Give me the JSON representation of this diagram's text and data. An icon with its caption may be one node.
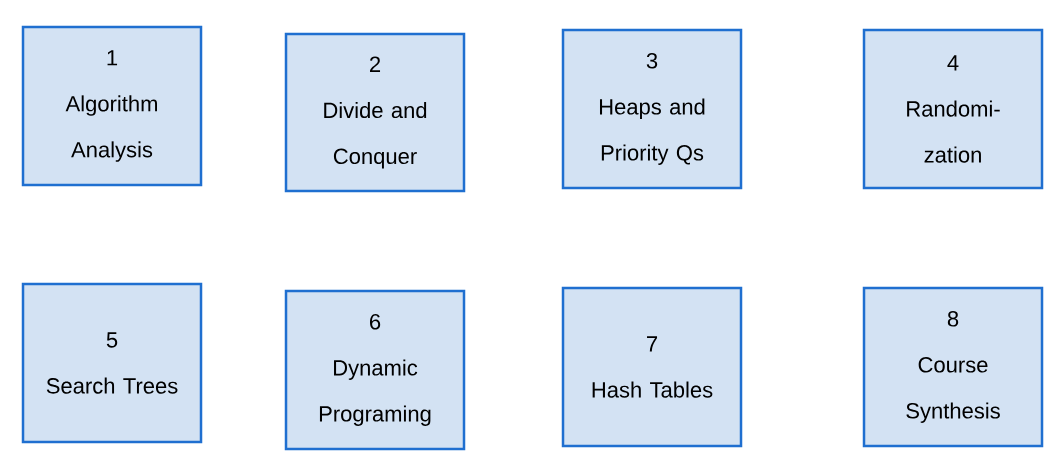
{
  "diagram": {
    "nodes": [
      {
        "text": [
          "1",
          "Algorithm Analysis"
        ]
      },
      {
        "text": [
          "2",
          "Divide and Conquer"
        ]
      },
      {
        "text": [
          "3",
          "Heaps and Priority Qs"
        ]
      },
      {
        "text": [
          "4",
          "Randomi- zation"
        ]
      },
      {
        "text": [
          "5",
          "Search Trees"
        ]
      },
      {
        "text": [
          "6",
          "Dynamic Programing"
        ]
      },
      {
        "text": [
          "7",
          "Hash Tables"
        ]
      },
      {
        "text": [
          "8",
          "Course Synthesis"
        ]
      }
    ]
  }
}
